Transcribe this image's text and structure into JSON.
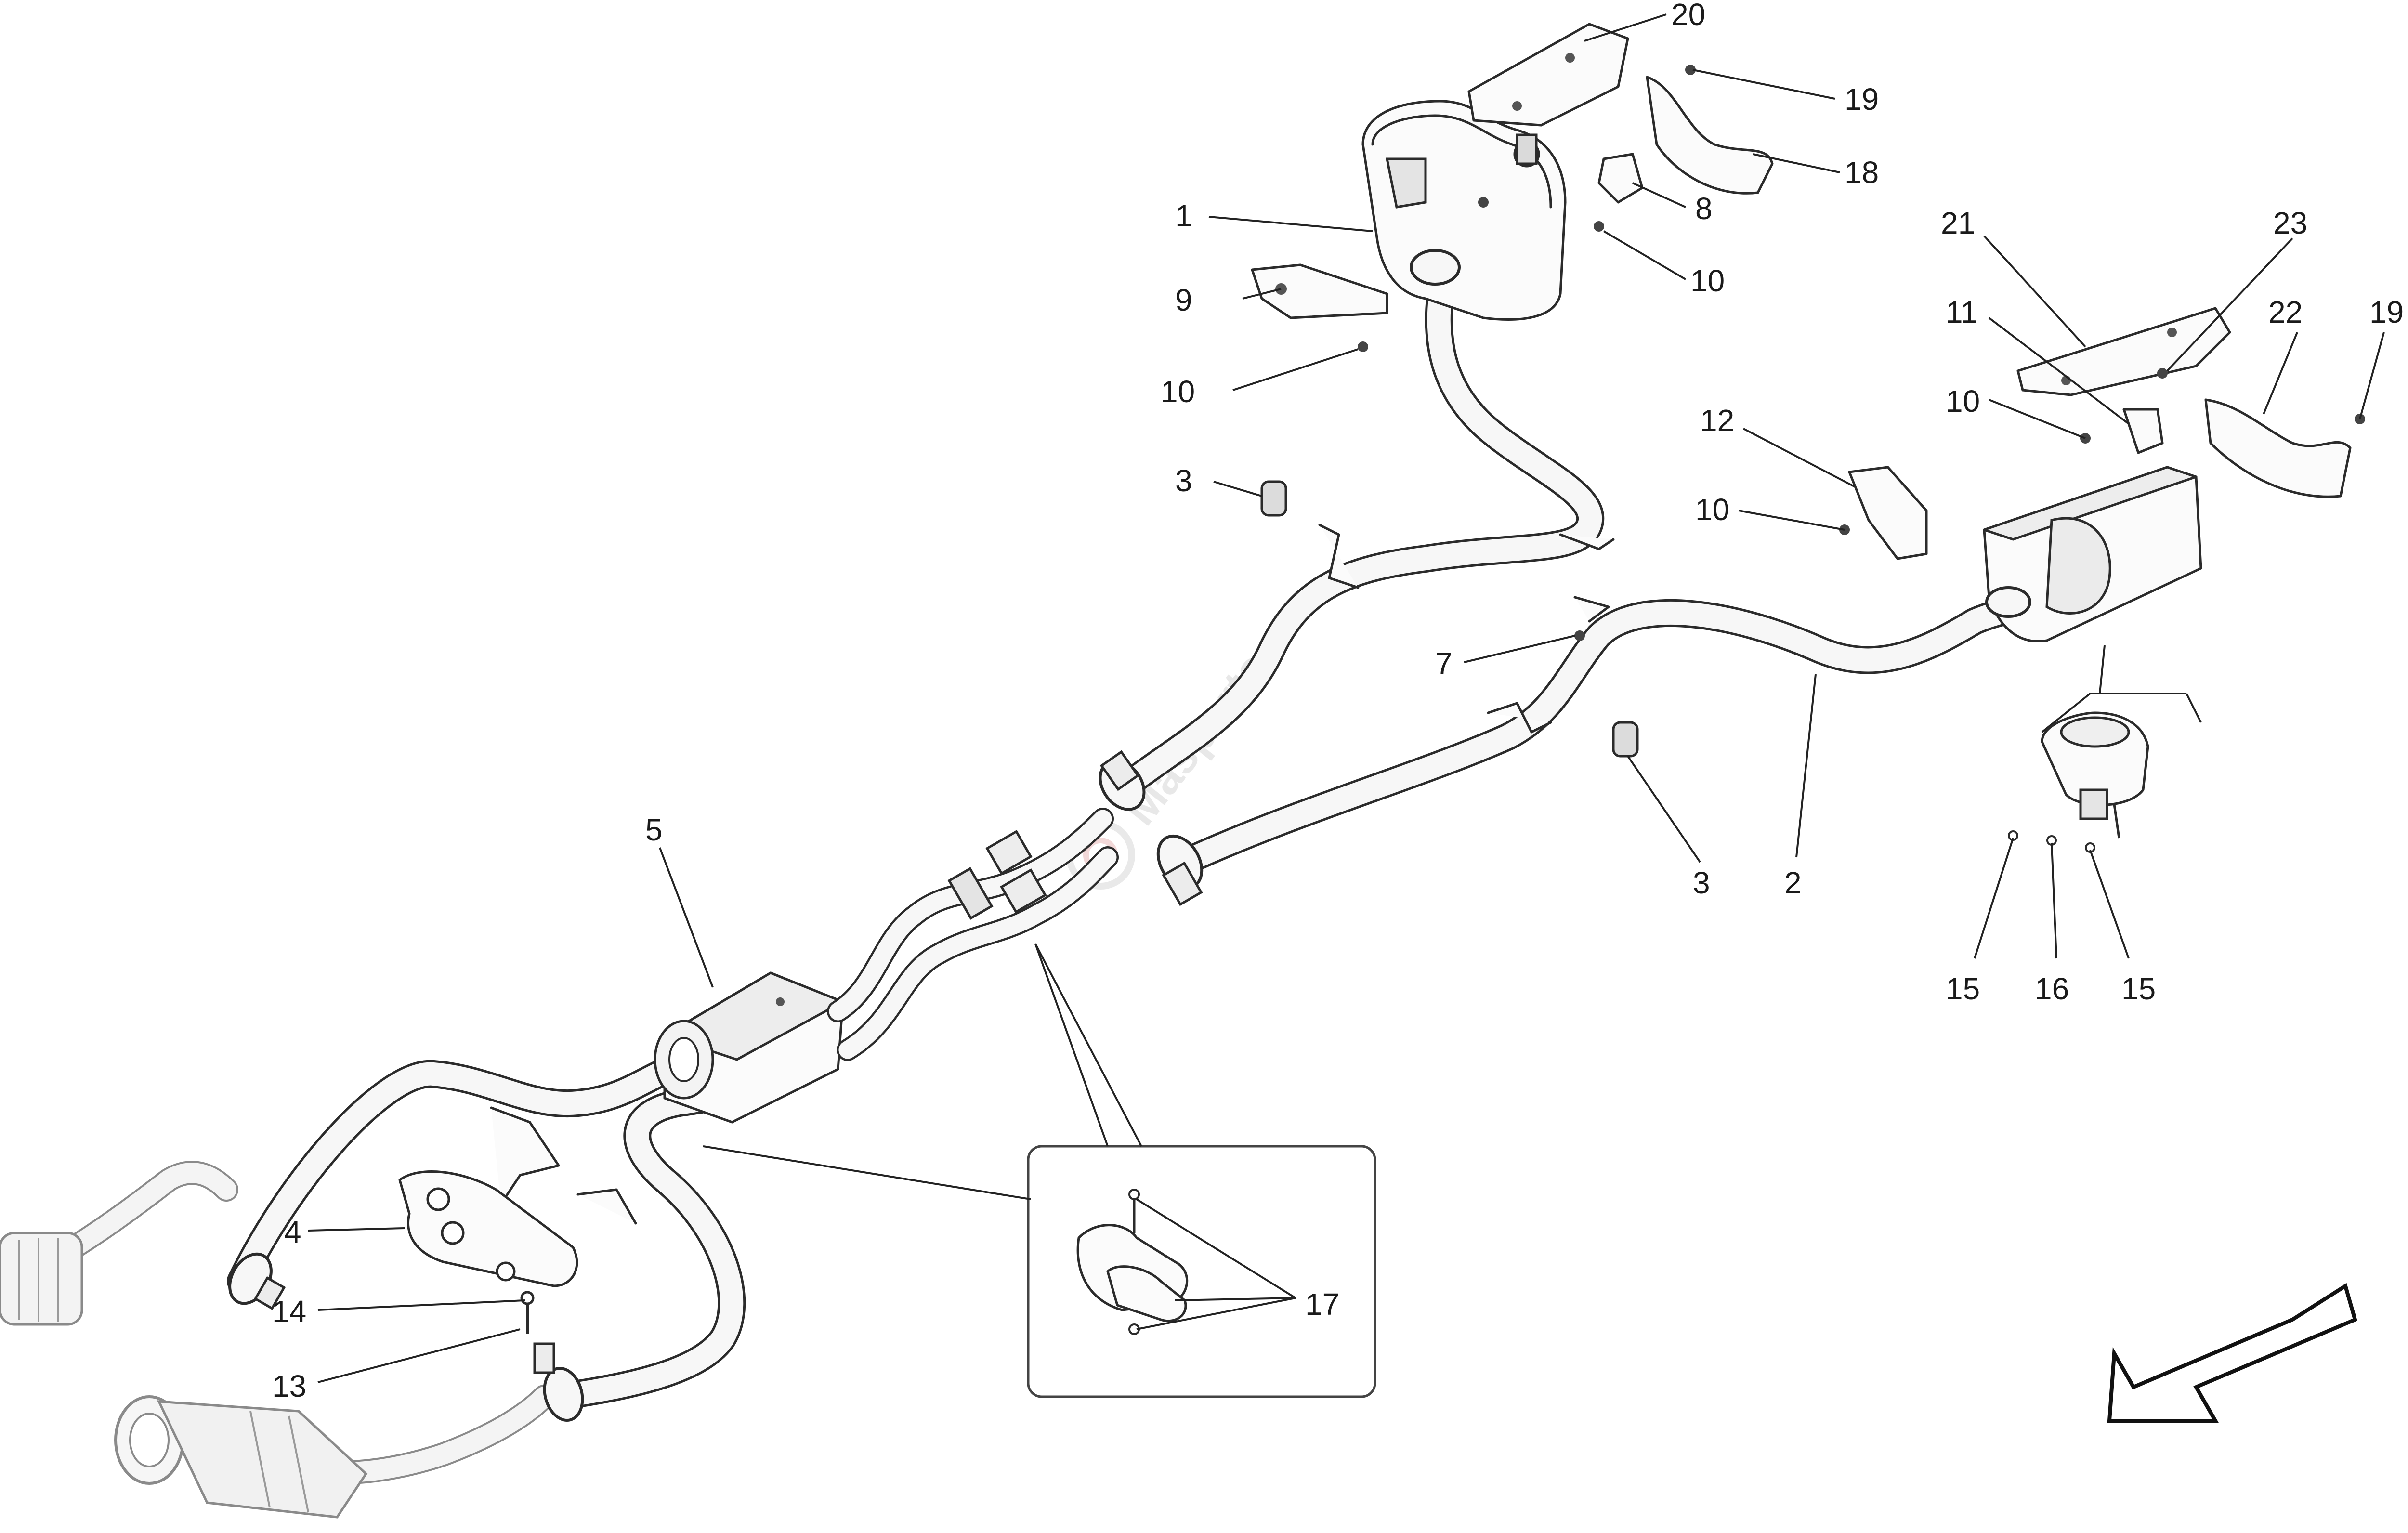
{
  "watermark": {
    "brand": "Masparts"
  },
  "callouts": [
    {
      "id": "c20",
      "label": "20"
    },
    {
      "id": "c19a",
      "label": "19"
    },
    {
      "id": "c18",
      "label": "18"
    },
    {
      "id": "c1",
      "label": "1"
    },
    {
      "id": "c8",
      "label": "8"
    },
    {
      "id": "c10a",
      "label": "10"
    },
    {
      "id": "c9",
      "label": "9"
    },
    {
      "id": "c10b",
      "label": "10"
    },
    {
      "id": "c21",
      "label": "21"
    },
    {
      "id": "c23",
      "label": "23"
    },
    {
      "id": "c11",
      "label": "11"
    },
    {
      "id": "c22",
      "label": "22"
    },
    {
      "id": "c19b",
      "label": "19"
    },
    {
      "id": "c10c",
      "label": "10"
    },
    {
      "id": "c12",
      "label": "12"
    },
    {
      "id": "c3a",
      "label": "3"
    },
    {
      "id": "c10d",
      "label": "10"
    },
    {
      "id": "c7",
      "label": "7"
    },
    {
      "id": "c3b",
      "label": "3"
    },
    {
      "id": "c2",
      "label": "2"
    },
    {
      "id": "c15a",
      "label": "15"
    },
    {
      "id": "c16",
      "label": "16"
    },
    {
      "id": "c15b",
      "label": "15"
    },
    {
      "id": "c5",
      "label": "5"
    },
    {
      "id": "c4",
      "label": "4"
    },
    {
      "id": "c14",
      "label": "14"
    },
    {
      "id": "c13",
      "label": "13"
    },
    {
      "id": "c17",
      "label": "17"
    }
  ],
  "direction_arrow": {
    "icon": "front-direction-arrow-icon"
  }
}
